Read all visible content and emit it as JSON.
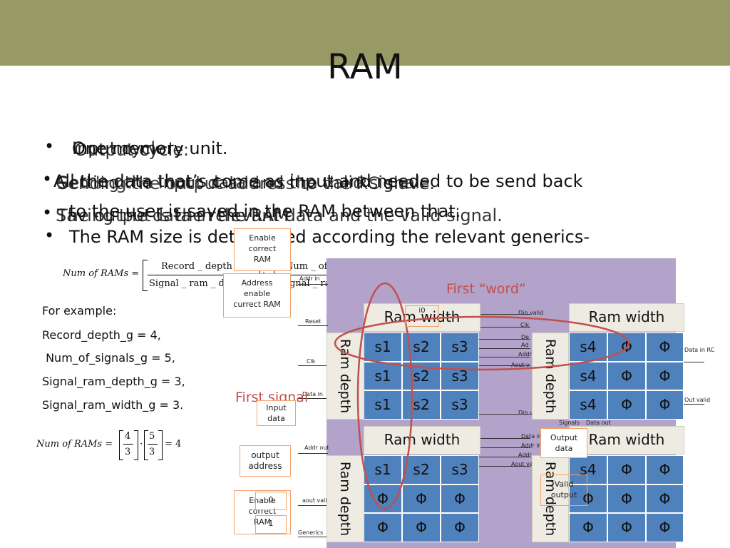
{
  "title": "RAM",
  "bullets_overlapping": [
    {
      "text": "The memory unit.",
      "style": "behind"
    },
    {
      "text": "Input cycle:",
      "style": "front"
    },
    {
      "text": "Output cycle:",
      "style": "front"
    },
    {
      "text": "All the data that’s come as input and needed to be send back to the user is saved in the RAM between that.",
      "style": "behind"
    },
    {
      "text": "Getting the input data and the valid signal.",
      "style": "front"
    },
    {
      "text": "Sending the output address to the RC slave.",
      "style": "front"
    },
    {
      "text": "Saving the data in the RAM",
      "style": "front"
    },
    {
      "text": "The output is the relevant data and the valid signal.",
      "style": "front"
    }
  ],
  "line1_back": "One memory unit.",
  "line1_front_a": "Input cycle:",
  "line1_front_b": "Output cycle:",
  "line2_a": "All the data that’s come as input and needed to be send back",
  "line2_b": "Getting the input data and the valid signal.",
  "line2_c": "Sending the output address to the RC slave.",
  "line3_a": "to the user is saved in the RAM between that.",
  "line3_b": "Saving the data in the RAM",
  "line3_c": "The output is the relevant data and the valid signal.",
  "line4": "The RAM size is determined according the relevant generics-",
  "formula1": {
    "lhs": "Num of RAMs =",
    "num1": "Record _ depth _ g",
    "den1": "Signal _ ram _ depth _ g",
    "dot": "·",
    "num2": "Num _ of _ signals _ g",
    "den2": "Signal _ ram _ width _ g"
  },
  "example": {
    "header": "For example:",
    "lines": [
      "Record_depth_g = 4,",
      " Num_of_signals_g = 5,",
      "Signal_ram_depth_g = 3,",
      "Signal_ram_width_g = 3."
    ]
  },
  "formula2": {
    "lhs": "Num of RAMs =",
    "num1": "4",
    "den1": "3",
    "dot": "·",
    "num2": "5",
    "den2": "3",
    "result": "= 4"
  },
  "callouts": {
    "enable_correct_ram_top": "Enable\ncorrect\nRAM",
    "address": "Address",
    "enable_currect_ram": "enable\ncurrect RAM",
    "input_data": "Input\ndata",
    "output_address": "output\naddress",
    "enable_correct_ram_bottom": "Enable\ncorrect\nRAM",
    "output_data": "Output\ndata",
    "valid_output": "Valid\noutput",
    "small_0": "0",
    "small_1": "1",
    "small_i0": "i0"
  },
  "signals_left": [
    "Addr in",
    "Reset",
    "Clk",
    "Data in",
    "Addr out",
    "aout valid",
    "Generics"
  ],
  "signals_mid": [
    "Din valid",
    "Clk",
    "De",
    "Ad",
    "Addr",
    "Aout v",
    "Din v",
    "Signals",
    "Data out",
    "Data in",
    "Addr in",
    "Addr",
    "Aout valid"
  ],
  "signals_right": [
    "Data in RC",
    "Out valid"
  ],
  "annotations": {
    "first_word": "First “word”",
    "first_signal": "First signal"
  },
  "ram_blocks": [
    {
      "header": "Ram width",
      "side": "Ram depth",
      "rows": [
        [
          "s1",
          "s2",
          "s3"
        ],
        [
          "s1",
          "s2",
          "s3"
        ],
        [
          "s1",
          "s2",
          "s3"
        ]
      ]
    },
    {
      "header": "Ram width",
      "side": "Ram depth",
      "rows": [
        [
          "s4",
          "Φ",
          "Φ"
        ],
        [
          "s4",
          "Φ",
          "Φ"
        ],
        [
          "s4",
          "Φ",
          "Φ"
        ]
      ]
    },
    {
      "header": "Ram width",
      "side": "Ram depth",
      "rows": [
        [
          "s1",
          "s2",
          "s3"
        ],
        [
          "Φ",
          "Φ",
          "Φ"
        ],
        [
          "Φ",
          "Φ",
          "Φ"
        ]
      ]
    },
    {
      "header": "Ram width",
      "side": "Ram depth",
      "rows": [
        [
          "s4",
          "Φ",
          "Φ"
        ],
        [
          "Φ",
          "Φ",
          "Φ"
        ],
        [
          "Φ",
          "Φ",
          "Φ"
        ]
      ]
    }
  ],
  "colors": {
    "band": "#989a66",
    "cell": "#4f81bd",
    "ram_bg": "#b3a2ca",
    "header_bg": "#eeece2",
    "annotation_red": "#c0504d",
    "callout_border": "#f3a26a"
  }
}
